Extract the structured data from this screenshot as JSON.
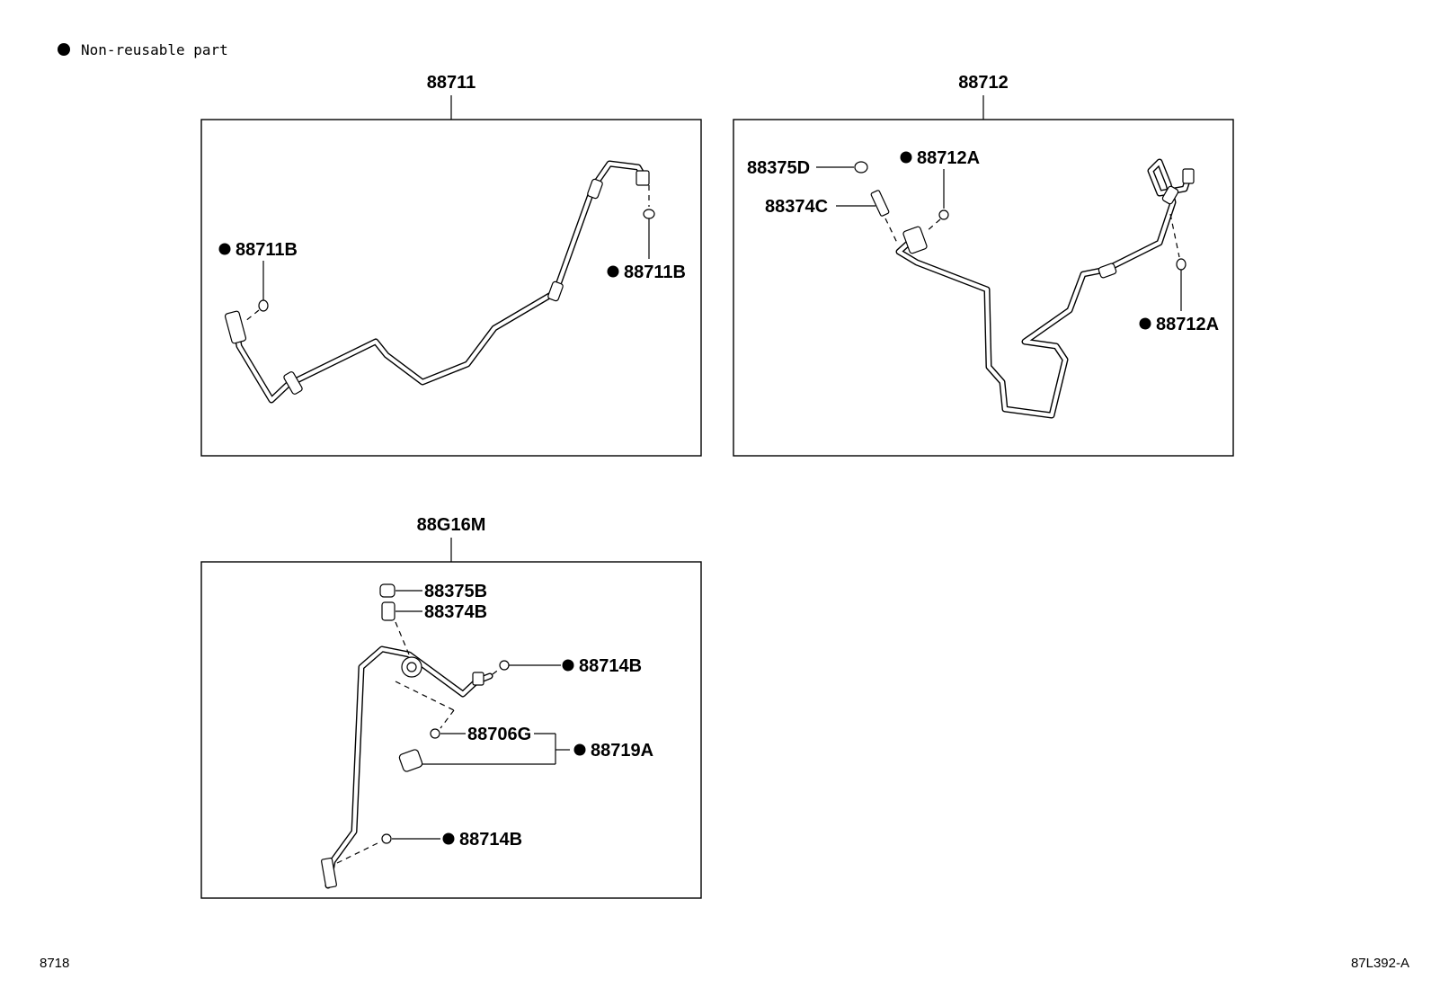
{
  "legend": {
    "text": "Non-reusable part"
  },
  "groups": [
    {
      "part_number": "88711",
      "callouts": [
        {
          "label": "88711B",
          "non_reusable": true
        },
        {
          "label": "88711B",
          "non_reusable": true
        }
      ]
    },
    {
      "part_number": "88712",
      "callouts": [
        {
          "label": "88375D",
          "non_reusable": false
        },
        {
          "label": "88374C",
          "non_reusable": false
        },
        {
          "label": "88712A",
          "non_reusable": true
        },
        {
          "label": "88712A",
          "non_reusable": true
        }
      ]
    },
    {
      "part_number": "88G16M",
      "callouts": [
        {
          "label": "88375B",
          "non_reusable": false
        },
        {
          "label": "88374B",
          "non_reusable": false
        },
        {
          "label": "88714B",
          "non_reusable": true
        },
        {
          "label": "88706G",
          "non_reusable": false
        },
        {
          "label": "88719A",
          "non_reusable": true
        },
        {
          "label": "88714B",
          "non_reusable": true
        }
      ]
    }
  ],
  "footer": {
    "left": "8718",
    "right": "87L392-A"
  }
}
